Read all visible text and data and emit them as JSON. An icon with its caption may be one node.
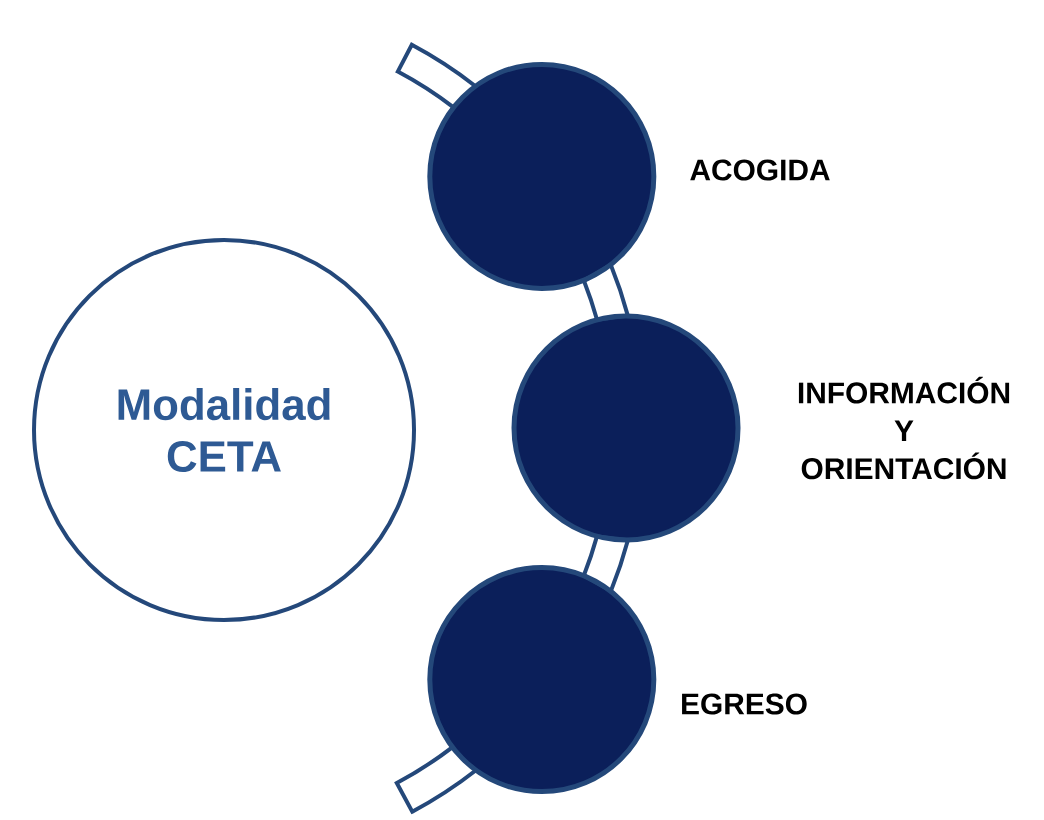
{
  "diagram": {
    "nodes": [
      {
        "text": [
          "Modalidad CETA"
        ]
      },
      {
        "text": [],
        "shape": "circle",
        "beside": [
          "ACOGIDA"
        ]
      },
      {
        "text": [],
        "shape": "circle",
        "beside": [
          "INFORMACIÓN Y ORIENTACIÓN"
        ]
      },
      {
        "text": [],
        "shape": "circle",
        "beside": [
          "EGRESO"
        ]
      }
    ],
    "edges": [
      {
        "from": null,
        "to": 1,
        "arrow": "none"
      },
      {
        "from": 1,
        "to": 2,
        "arrow": "none"
      },
      {
        "from": 2,
        "to": 3,
        "arrow": "none"
      },
      {
        "from": 3,
        "to": null,
        "arrow": "none"
      }
    ]
  }
}
